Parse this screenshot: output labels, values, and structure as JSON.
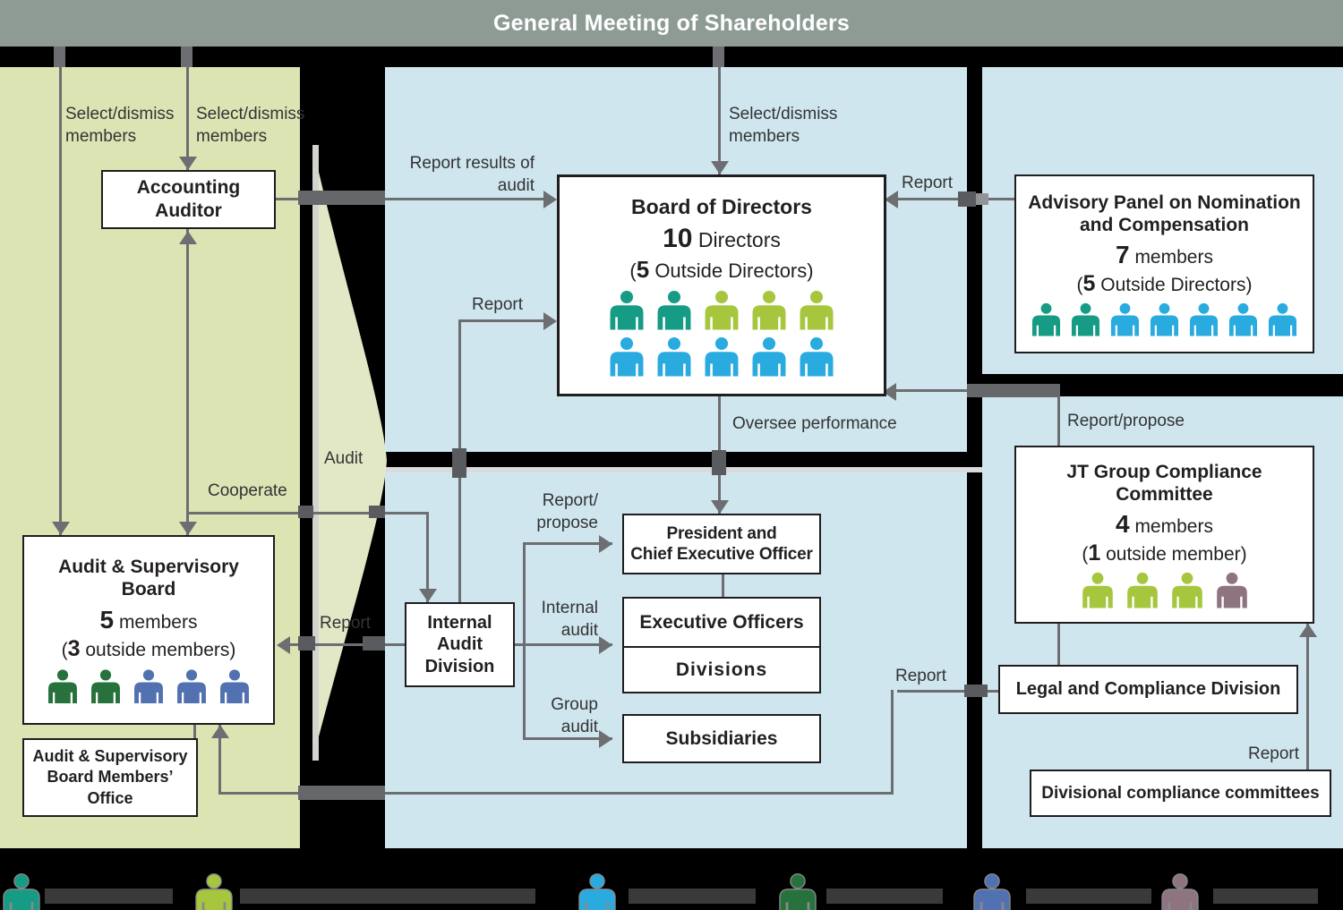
{
  "banner": {
    "title": "General Meeting of Shareholders"
  },
  "colors": {
    "teal": "#169b84",
    "yellow_green": "#a6c63d",
    "cyan": "#29abe0",
    "dark_green": "#27713d",
    "indigo": "#5271b0",
    "mauve": "#8d7480",
    "panel_green": "#dde4b4",
    "panel_blue": "#cfe6ee",
    "banner_bg": "#8e9b94",
    "line_grey": "#6d6e71"
  },
  "labels": {
    "select_dismiss_left": "Select/dismiss\nmembers",
    "select_dismiss_mid": "Select/dismiss\nmembers",
    "select_dismiss_board": "Select/dismiss\nmembers",
    "report_results_of_audit": "Report results of\naudit",
    "report_to_board": "Report",
    "audit": "Audit",
    "cooperate": "Cooperate",
    "report_to_asb": "Report",
    "oversee_performance": "Oversee performance",
    "report_propose_mid": "Report/\npropose",
    "internal_audit": "Internal\naudit",
    "group_audit": "Group\naudit",
    "report_advisory": "Report",
    "report_propose_right": "Report/propose",
    "report_legal": "Report",
    "report_divisional": "Report"
  },
  "boxes": {
    "accounting_auditor": {
      "title": "Accounting\nAuditor"
    },
    "asb": {
      "title": "Audit & Supervisory\nBoard",
      "members_num": "5",
      "members_rest": " members",
      "outside_open": "(",
      "outside_num": "3",
      "outside_rest": " outside members)"
    },
    "asb_office": {
      "title": "Audit & Supervisory\nBoard Members’\nOffice"
    },
    "board": {
      "title": "Board of Directors",
      "members_num": "10",
      "members_rest": " Directors",
      "outside_open": "(",
      "outside_num": "5",
      "outside_rest": " Outside Directors)"
    },
    "president": {
      "title": "President and\nChief Executive Officer"
    },
    "exec_officers": {
      "title": "Executive Officers"
    },
    "divisions": {
      "title": "Divisions"
    },
    "subsidiaries": {
      "title": "Subsidiaries"
    },
    "internal_audit_division": {
      "title": "Internal\nAudit\nDivision"
    },
    "advisory_panel": {
      "title": "Advisory Panel on Nomination\nand Compensation",
      "members_num": "7",
      "members_rest": " members",
      "outside_open": "(",
      "outside_num": "5",
      "outside_rest": " Outside Directors)"
    },
    "compliance_committee": {
      "title": "JT Group Compliance\nCommittee",
      "members_num": "4",
      "members_rest": " members",
      "outside_open": "(",
      "outside_num": "1",
      "outside_rest": " outside member)"
    },
    "legal_compliance": {
      "title": "Legal and Compliance Division"
    },
    "divisional_committees": {
      "title": "Divisional compliance committees"
    }
  },
  "people": {
    "board_row1": [
      "teal",
      "teal",
      "yellow_green",
      "yellow_green",
      "yellow_green"
    ],
    "board_row2": [
      "cyan",
      "cyan",
      "cyan",
      "cyan",
      "cyan"
    ],
    "asb_row": [
      "dark_green",
      "dark_green",
      "indigo",
      "indigo",
      "indigo"
    ],
    "advisory_row": [
      "teal",
      "teal",
      "cyan",
      "cyan",
      "cyan",
      "cyan",
      "cyan"
    ],
    "committee_row": [
      "yellow_green",
      "yellow_green",
      "yellow_green",
      "mauve"
    ]
  },
  "legend": {
    "items": [
      {
        "color_name": "teal"
      },
      {
        "color_name": "yellow_green"
      },
      {
        "color_name": "cyan"
      },
      {
        "color_name": "dark_green"
      },
      {
        "color_name": "indigo"
      },
      {
        "color_name": "mauve"
      }
    ]
  }
}
